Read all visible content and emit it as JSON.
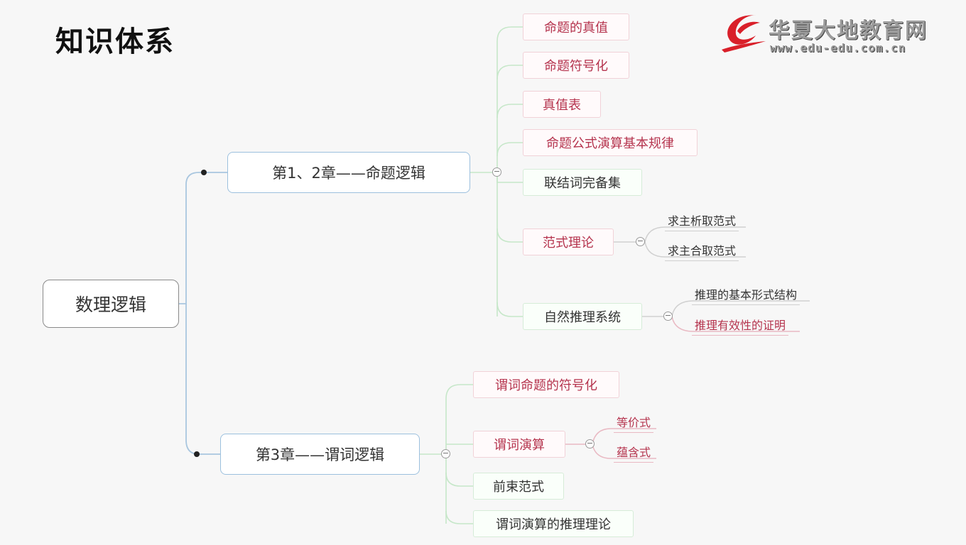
{
  "page": {
    "title": "知识体系"
  },
  "brand": {
    "name_cn": "华夏大地教育网",
    "url": "www.edu-edu.com.cn",
    "accent": "#d9202a"
  },
  "colors": {
    "root_border": "#8a8a8a",
    "chapter_border": "#9cc0de",
    "green_link": "#bfe3c2",
    "red_text": "#b5344e"
  },
  "mindmap": {
    "root": "数理逻辑",
    "chapters": [
      {
        "label": "第1、2章——命题逻辑",
        "topics": [
          {
            "label": "命题的真值",
            "tone": "red"
          },
          {
            "label": "命题符号化",
            "tone": "red"
          },
          {
            "label": "真值表",
            "tone": "red"
          },
          {
            "label": "命题公式演算基本规律",
            "tone": "red"
          },
          {
            "label": "联结词完备集",
            "tone": "dark"
          },
          {
            "label": "范式理论",
            "tone": "red",
            "children": [
              {
                "label": "求主析取范式",
                "tone": "dark"
              },
              {
                "label": "求主合取范式",
                "tone": "dark"
              }
            ]
          },
          {
            "label": "自然推理系统",
            "tone": "dark",
            "children": [
              {
                "label": "推理的基本形式结构",
                "tone": "dark"
              },
              {
                "label": "推理有效性的证明",
                "tone": "red"
              }
            ]
          }
        ]
      },
      {
        "label": "第3章——谓词逻辑",
        "topics": [
          {
            "label": "谓词命题的符号化",
            "tone": "red"
          },
          {
            "label": "谓词演算",
            "tone": "red",
            "children": [
              {
                "label": "等价式",
                "tone": "red"
              },
              {
                "label": "蕴含式",
                "tone": "red"
              }
            ]
          },
          {
            "label": "前束范式",
            "tone": "dark"
          },
          {
            "label": "谓词演算的推理理论",
            "tone": "dark"
          }
        ]
      }
    ]
  },
  "icons": {
    "collapse": "minus-circle-icon",
    "connector": "dot-icon"
  }
}
